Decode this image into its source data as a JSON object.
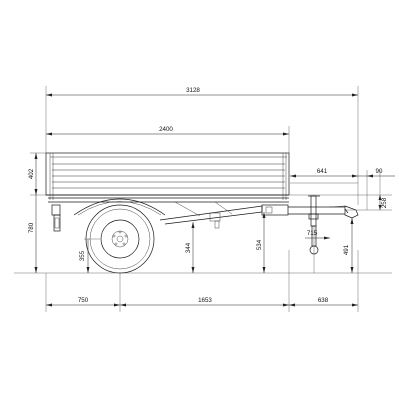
{
  "drawing": {
    "subject": "single-axle utility trailer, side view",
    "units": "mm"
  },
  "dimensions": {
    "overall_length": "3128",
    "body_length": "2400",
    "body_height": "402",
    "overall_height": "780",
    "tongue_segment": "641",
    "coupling_offset": "90",
    "coupling_height": "258",
    "jockey_wheel_reach": "715",
    "wheel_center_height": "355",
    "frame_height_at_axle": "344",
    "frame_height_at_front": "534",
    "coupling_ground_height": "491",
    "rear_overhang": "750",
    "axle_to_front": "1653",
    "front_drawbar": "638"
  }
}
